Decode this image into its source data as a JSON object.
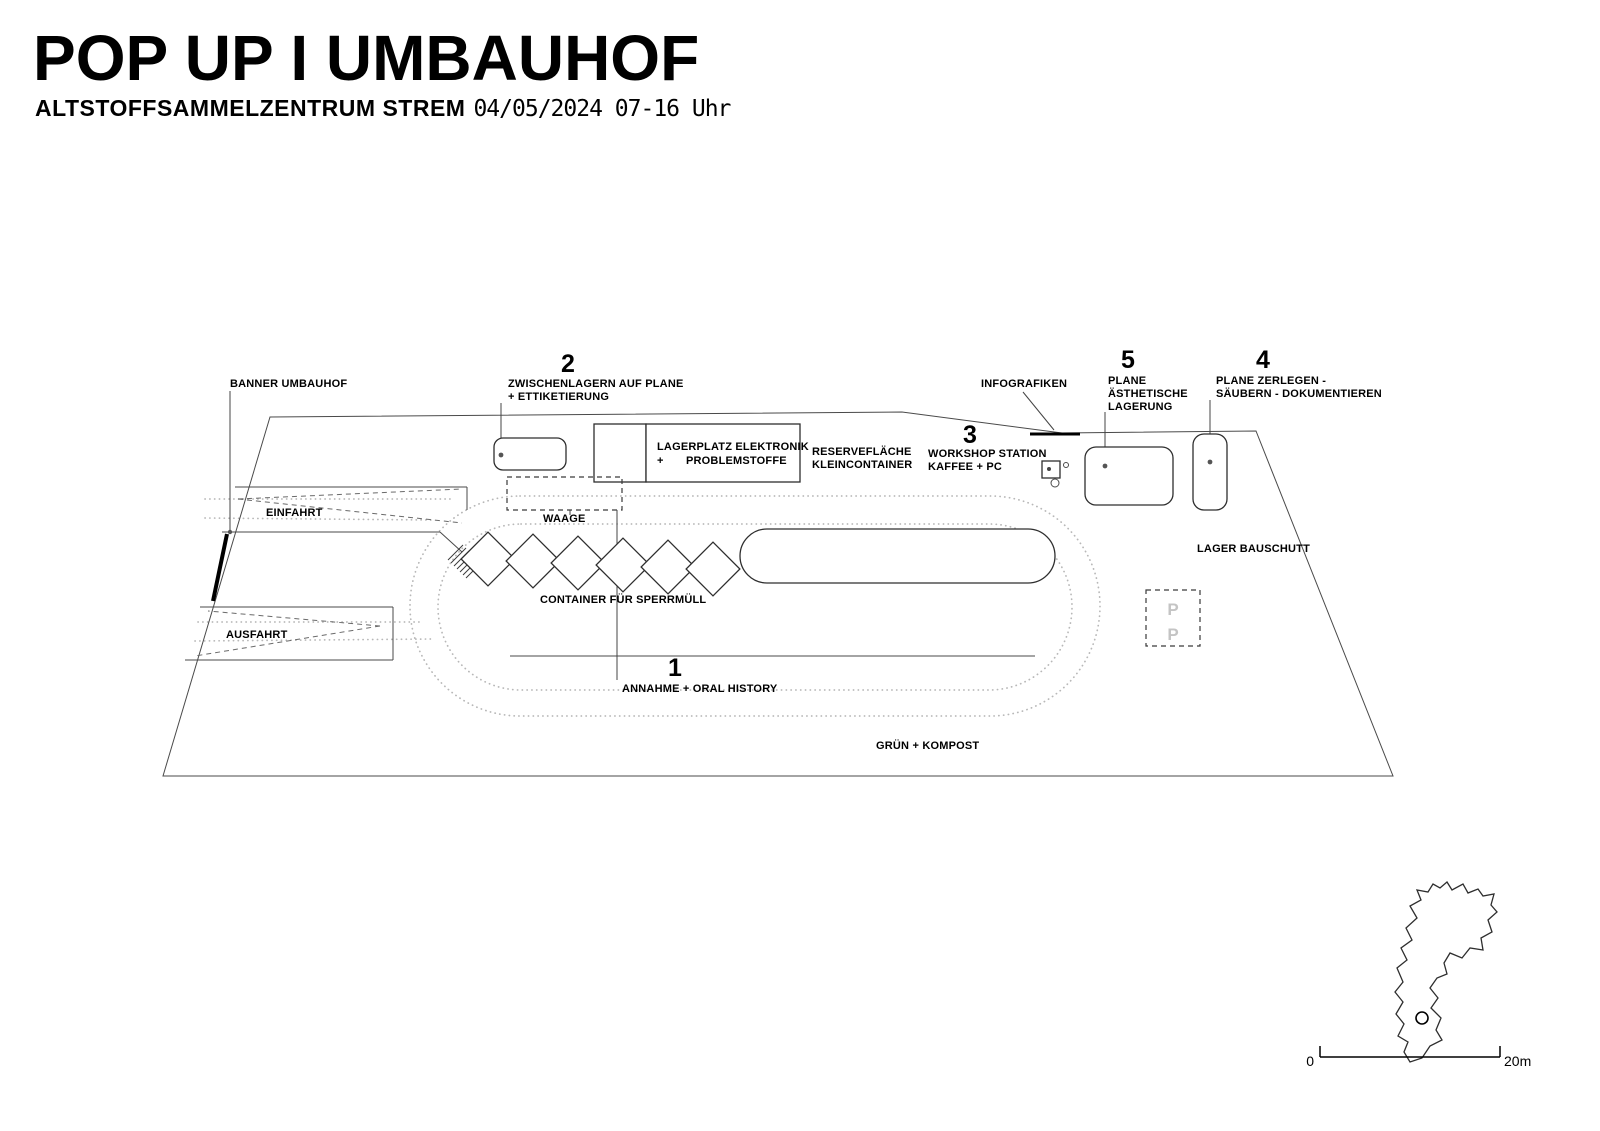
{
  "header": {
    "title": "POP UP I UMBAUHOF",
    "subtitle_location": "ALTSTOFFSAMMELZENTRUM STREM",
    "subtitle_datetime": "04/05/2024 07-16 Uhr"
  },
  "markers": {
    "m1": {
      "num": "1",
      "line1": "ANNAHME + ORAL HISTORY"
    },
    "m2": {
      "num": "2",
      "line1": "ZWISCHENLAGERN AUF PLANE",
      "line2": "+ ETTIKETIERUNG"
    },
    "m3": {
      "num": "3",
      "line1": "WORKSHOP STATION",
      "line2": "KAFFEE + PC"
    },
    "m4": {
      "num": "4",
      "line1": "PLANE ZERLEGEN -",
      "line2": "SÄUBERN - DOKUMENTIEREN"
    },
    "m5": {
      "num": "5",
      "line1": "PLANE",
      "line2": "ÄSTHETISCHE",
      "line3": "LAGERUNG"
    }
  },
  "areas": {
    "banner": "BANNER UMBAUHOF",
    "einfahrt": "EINFAHRT",
    "ausfahrt": "AUSFAHRT",
    "waage": "WAAGE",
    "container_sperrmuell": "CONTAINER FÜR SPERRMÜLL",
    "lagerplatz_line1": "LAGERPLATZ ELEKTRONIK",
    "lagerplatz_plus": "+",
    "lagerplatz_line2": "PROBLEMSTOFFE",
    "reserve_line1": "RESERVEFLÄCHE",
    "reserve_line2": "KLEINCONTAINER",
    "infografiken": "INFOGRAFIKEN",
    "lager_bauschutt": "LAGER BAUSCHUTT",
    "gruen_kompost": "GRÜN + KOMPOST",
    "parking_p": "P"
  },
  "scalebar": {
    "zero": "0",
    "max": "20m"
  },
  "colors": {
    "ink": "#000000",
    "line": "#4a4a4a",
    "dotted": "#b8b8b8",
    "parking_gray": "#c4c4c4"
  }
}
